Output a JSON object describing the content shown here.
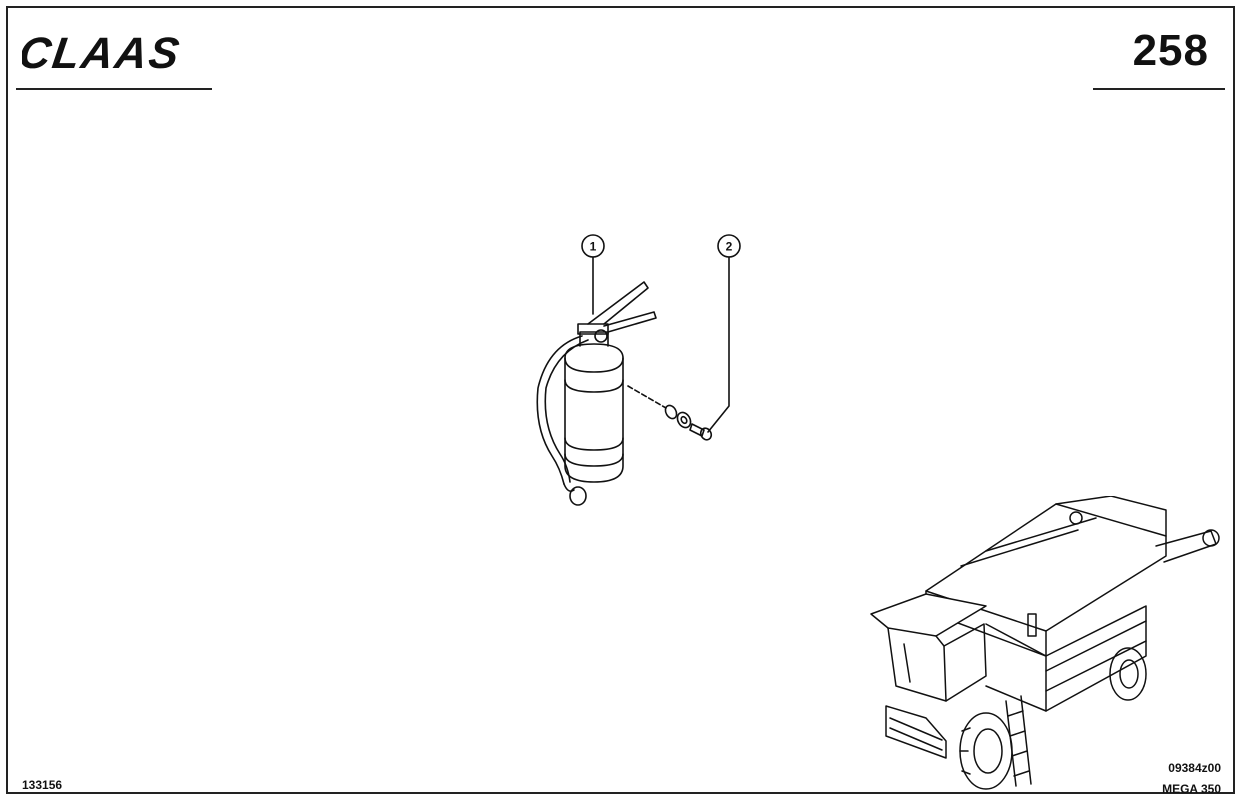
{
  "header": {
    "brand": "CLAAS",
    "page_number": "258"
  },
  "illustration": {
    "callouts": [
      {
        "number": "1",
        "part": "fire-extinguisher"
      },
      {
        "number": "2",
        "part": "bolt-with-washers"
      }
    ]
  },
  "footer": {
    "document_id": "133156",
    "drawing_id": "09384z00",
    "model": "MEGA 350"
  },
  "colors": {
    "ink": "#111111",
    "background": "#ffffff"
  }
}
